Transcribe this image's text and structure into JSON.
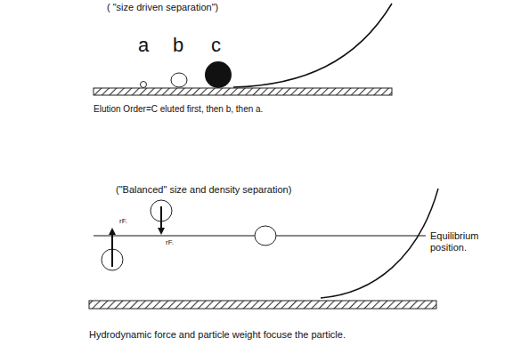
{
  "diagram": {
    "labels": [
      "( \"size driven separation\")",
      "a",
      "b",
      "c",
      "Elution Order=C eluted first, then b, then a.",
      "(\"Balanced\" size and density separation)",
      "rF.",
      "rF.",
      "Equilibrium position.",
      "Hydrodynamic force and particle weight focuse the particle."
    ]
  }
}
